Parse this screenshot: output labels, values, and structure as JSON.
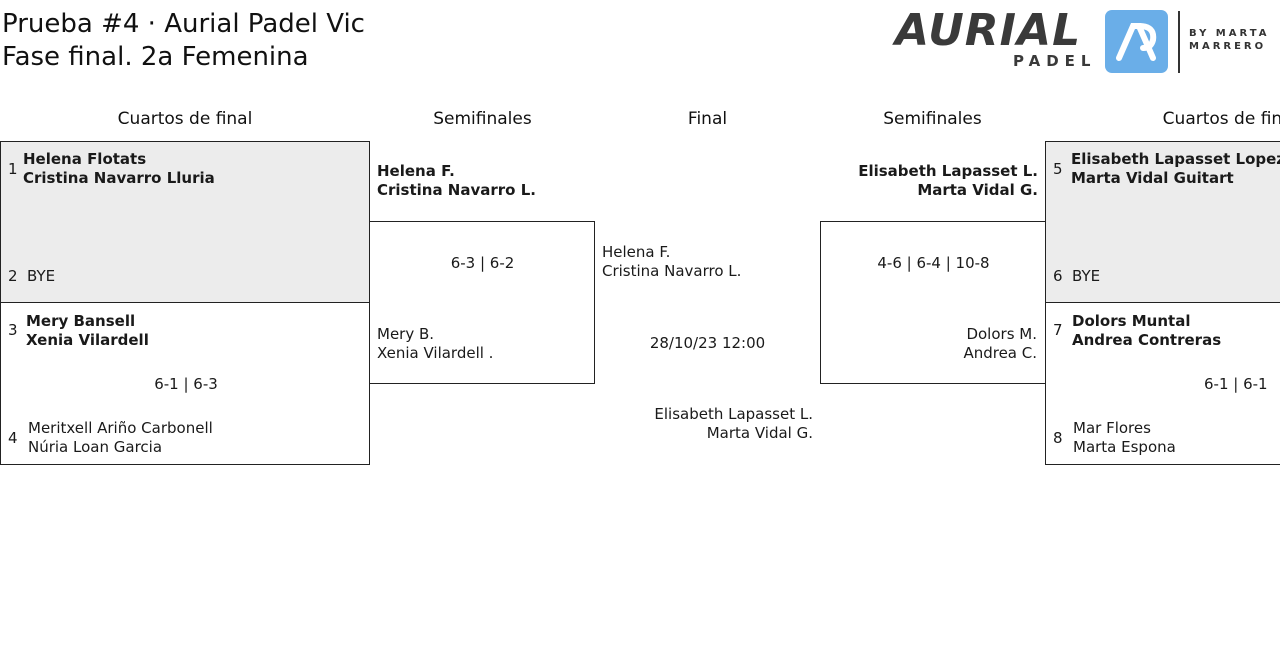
{
  "title": {
    "line1": "Prueba #4 · Aurial Padel Vic",
    "line2": "Fase final. 2a Femenina"
  },
  "logo": {
    "brand": "AURIAL",
    "sub": "PADEL",
    "by_line1": "BY MARTA",
    "by_line2": "MARRERO",
    "badge_color": "#6aaee8"
  },
  "rounds": {
    "left_qf": "Cuartos de final",
    "left_sf": "Semifinales",
    "final": "Final",
    "right_sf": "Semifinales",
    "right_qf": "Cuartos de final"
  },
  "qf_left": {
    "m1": {
      "seed_a": "1",
      "a1": "Helena Flotats",
      "a2": "Cristina Navarro Lluria",
      "seed_b": "2",
      "b1": "BYE"
    },
    "m2": {
      "seed_a": "3",
      "a1": "Mery Bansell",
      "a2": "Xenia Vilardell",
      "score": "6-1 | 6-3",
      "seed_b": "4",
      "b1": "Meritxell Ariño Carbonell",
      "b2": "Núria Loan Garcia"
    }
  },
  "sf_left": {
    "a1": "Helena F.",
    "a2": "Cristina Navarro L.",
    "score": "6-3 | 6-2",
    "b1": "Mery B.",
    "b2": "Xenia Vilardell ."
  },
  "final": {
    "a1": "Helena F.",
    "a2": "Cristina Navarro L.",
    "datetime": "28/10/23 12:00",
    "b1": "Elisabeth Lapasset L.",
    "b2": "Marta Vidal G."
  },
  "sf_right": {
    "a1": "Elisabeth Lapasset L.",
    "a2": "Marta Vidal G.",
    "score": "4-6 | 6-4 | 10-8",
    "b1": "Dolors M.",
    "b2": "Andrea C."
  },
  "qf_right": {
    "m1": {
      "seed_a": "5",
      "a1": "Elisabeth Lapasset Lopez",
      "a2": "Marta Vidal Guitart",
      "seed_b": "6",
      "b1": "BYE"
    },
    "m2": {
      "seed_a": "7",
      "a1": "Dolors Muntal",
      "a2": "Andrea Contreras",
      "score": "6-1 | 6-1",
      "seed_b": "8",
      "b1": "Mar Flores",
      "b2": "Marta Espona"
    }
  }
}
